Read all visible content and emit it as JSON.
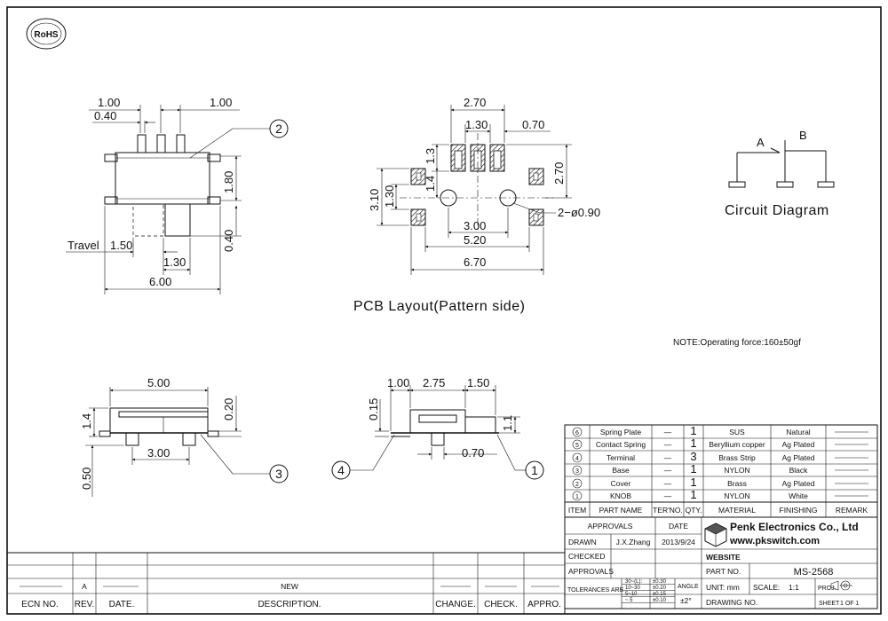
{
  "rohs_logo": "RoHS",
  "titles": {
    "pcb_layout": "PCB Layout(Pattern side)",
    "circuit_diagram": "Circuit Diagram"
  },
  "note": "NOTE:Operating force:160±50gf",
  "top_view": {
    "dim_left": "1.00",
    "dim_right": "1.00",
    "dim_pin": "0.40",
    "dim_height": "1.80",
    "dim_lower": "0.40",
    "travel_label": "Travel",
    "travel": "1.50",
    "knob": "1.30",
    "width": "6.00",
    "callout": "2"
  },
  "pcb": {
    "top_width": "2.70",
    "pitch": "1.30",
    "pad_width": "0.70",
    "pad_height": "1.3",
    "pad_gap": "1.4",
    "left_outer": "3.10",
    "left_inner": "1.30",
    "right_height": "2.70",
    "holes": "2−ø0.90",
    "holes_spacing": "3.00",
    "inner_width": "5.20",
    "outer_width": "6.70"
  },
  "circuit": {
    "a": "A",
    "b": "B"
  },
  "front_view": {
    "width": "5.00",
    "height": "1.4",
    "top": "0.20",
    "pitch": "3.00",
    "bottom": "0.50",
    "callout": "3"
  },
  "side_view": {
    "left": "1.00",
    "middle": "2.75",
    "right": "1.50",
    "gap": "0.15",
    "height": "1.1",
    "pin": "0.70",
    "callout_left": "4",
    "callout_right": "1"
  },
  "bom": {
    "rows": [
      {
        "item": "6",
        "part": "Spring Plate",
        "ter": "—",
        "qty": "1",
        "material": "SUS",
        "finishing": "Natural",
        "remark": ""
      },
      {
        "item": "5",
        "part": "Contact Spring",
        "ter": "—",
        "qty": "1",
        "material": "Beryllium copper",
        "finishing": "Ag Plated",
        "remark": ""
      },
      {
        "item": "4",
        "part": "Terminal",
        "ter": "—",
        "qty": "3",
        "material": "Brass Strip",
        "finishing": "Ag Plated",
        "remark": ""
      },
      {
        "item": "3",
        "part": "Base",
        "ter": "—",
        "qty": "1",
        "material": "NYLON",
        "finishing": "Black",
        "remark": ""
      },
      {
        "item": "2",
        "part": "Cover",
        "ter": "—",
        "qty": "1",
        "material": "Brass",
        "finishing": "Ag Plated",
        "remark": ""
      },
      {
        "item": "1",
        "part": "KNOB",
        "ter": "—",
        "qty": "1",
        "material": "NYLON",
        "finishing": "White",
        "remark": ""
      }
    ],
    "headers": {
      "item": "ITEM",
      "part": "PART NAME",
      "ter": "TER'NO.",
      "qty": "QTY.",
      "material": "MATERIAL",
      "finishing": "FINISHING",
      "remark": "REMARK"
    }
  },
  "title_block": {
    "approvals": "APPROVALS",
    "date": "DATE",
    "drawn": "DRAWN",
    "drawn_by": "J.X.Zhang",
    "drawn_date": "2013/9/24",
    "checked": "CHECKED",
    "approvals2": "APPROVALS",
    "company": "Penk Electronics Co., Ltd",
    "website_url": "www.pkswitch.com",
    "website": "WEBSITE",
    "part_no_label": "PART NO.",
    "part_no": "MS-2568",
    "tolerances_label": "TOLERANCES ARE",
    "tol": [
      {
        "range": "30~(L):",
        "value": "±0.30"
      },
      {
        "range": "10~30",
        "value": "±0.20"
      },
      {
        "range": "5~10",
        "value": "±0.15"
      },
      {
        "range": "~ 5",
        "value": "±0.10"
      }
    ],
    "angle": "ANGLE",
    "angle_value": "±2°",
    "unit": "UNIT: mm",
    "scale": "SCALE:",
    "scale_value": "1:1",
    "proj": "PROJ.",
    "drawing_no": "DRAWING NO.",
    "sheet": "SHEET",
    "sheet_value": "1 OF 1"
  },
  "revision": {
    "rev": "A",
    "new": "NEW",
    "ecn": "ECN NO.",
    "rev_h": "REV.",
    "date_h": "DATE.",
    "desc_h": "DESCRIPTION.",
    "change_h": "CHANGE.",
    "check_h": "CHECK.",
    "appro_h": "APPRO."
  }
}
